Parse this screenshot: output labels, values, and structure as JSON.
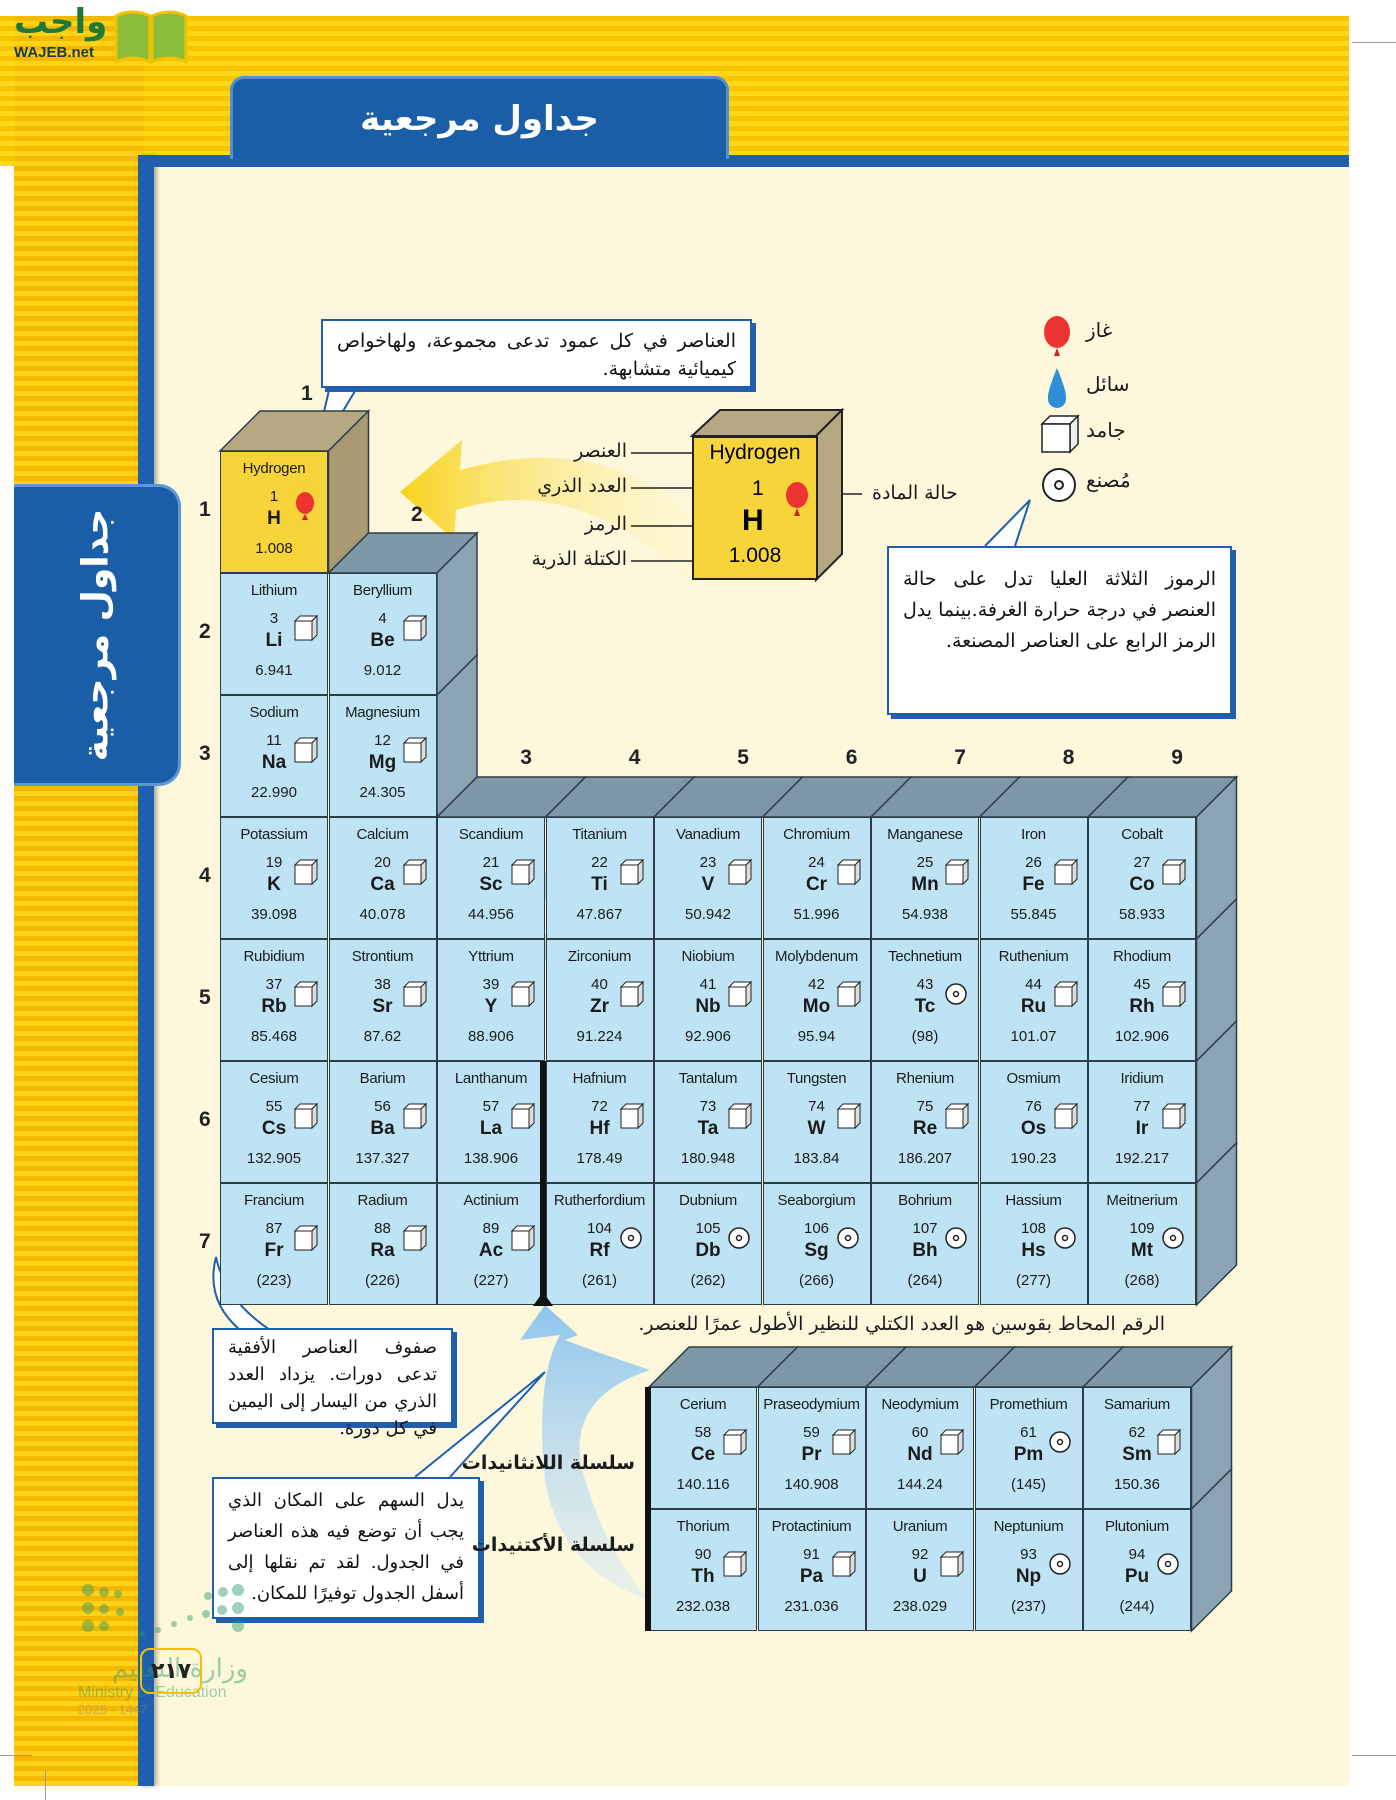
{
  "logo": {
    "arabic": "واجب",
    "latin": "WAJEB.net"
  },
  "header": {
    "title": "جداول مرجعية"
  },
  "side_tab": {
    "label": "جداول مرجعية"
  },
  "watermark": {
    "arabic": "واجب",
    "latin": "WAJEB.net"
  },
  "callouts": {
    "groups": "العناصر في كل عمود تدعى مجموعة، ولهاخواص كيميائية متشابهة.",
    "states": "الرموز الثلاثة العليا تدل على حالة العنصر في درجة حرارة الغرفة.بينما يدل الرمز الرابع على العناصر المصنعة.",
    "periods": "صفوف العناصر الأفقية تدعى دورات. يزداد العدد الذري من اليسار إلى اليمين في كل دورة.",
    "arrow": "يدل السهم على المكان الذي يجب أن توضع فيه هذه العناصر في الجدول. لقد تم نقلها إلى أسفل الجدول توفيرًا للمكان."
  },
  "legend": [
    {
      "label": "غاز",
      "icon": "gas-balloon-icon"
    },
    {
      "label": "سائل",
      "icon": "liquid-drop-icon"
    },
    {
      "label": "جامد",
      "icon": "solid-cube-icon"
    },
    {
      "label": "مُصنع",
      "icon": "synthetic-circle-icon"
    }
  ],
  "key": {
    "name": "Hydrogen",
    "number": "1",
    "symbol": "H",
    "mass": "1.008",
    "labels": {
      "element": "العنصر",
      "atomic_number": "العدد الذري",
      "symbol": "الرمز",
      "atomic_mass": "الكتلة الذرية",
      "state": "حالة المادة"
    }
  },
  "note": "الرقم المحاط بقوسين هو العدد الكتلي للنظير الأطول عمرًا للعنصر.",
  "series_labels": {
    "lanthanides": "سلسلة اللانثانيدات",
    "actinides": "سلسلة الأكتنيدات"
  },
  "group_numbers": [
    "1",
    "2",
    "3",
    "4",
    "5",
    "6",
    "7",
    "8",
    "9"
  ],
  "period_numbers": [
    "1",
    "2",
    "3",
    "4",
    "5",
    "6",
    "7"
  ],
  "colors": {
    "cell": "#bde3f5",
    "hydrogen": "#f7d43a",
    "frame_blue": "#1f5fae",
    "page_bg": "#fdf8dc"
  },
  "elements": [
    {
      "name": "Hydrogen",
      "n": "1",
      "s": "H",
      "m": "1.008",
      "st": "gas",
      "r": 1,
      "c": 1
    },
    {
      "name": "Lithium",
      "n": "3",
      "s": "Li",
      "m": "6.941",
      "st": "solid",
      "r": 2,
      "c": 1
    },
    {
      "name": "Beryllium",
      "n": "4",
      "s": "Be",
      "m": "9.012",
      "st": "solid",
      "r": 2,
      "c": 2
    },
    {
      "name": "Sodium",
      "n": "11",
      "s": "Na",
      "m": "22.990",
      "st": "solid",
      "r": 3,
      "c": 1
    },
    {
      "name": "Magnesium",
      "n": "12",
      "s": "Mg",
      "m": "24.305",
      "st": "solid",
      "r": 3,
      "c": 2
    },
    {
      "name": "Potassium",
      "n": "19",
      "s": "K",
      "m": "39.098",
      "st": "solid",
      "r": 4,
      "c": 1
    },
    {
      "name": "Calcium",
      "n": "20",
      "s": "Ca",
      "m": "40.078",
      "st": "solid",
      "r": 4,
      "c": 2
    },
    {
      "name": "Scandium",
      "n": "21",
      "s": "Sc",
      "m": "44.956",
      "st": "solid",
      "r": 4,
      "c": 3
    },
    {
      "name": "Titanium",
      "n": "22",
      "s": "Ti",
      "m": "47.867",
      "st": "solid",
      "r": 4,
      "c": 4
    },
    {
      "name": "Vanadium",
      "n": "23",
      "s": "V",
      "m": "50.942",
      "st": "solid",
      "r": 4,
      "c": 5
    },
    {
      "name": "Chromium",
      "n": "24",
      "s": "Cr",
      "m": "51.996",
      "st": "solid",
      "r": 4,
      "c": 6
    },
    {
      "name": "Manganese",
      "n": "25",
      "s": "Mn",
      "m": "54.938",
      "st": "solid",
      "r": 4,
      "c": 7
    },
    {
      "name": "Iron",
      "n": "26",
      "s": "Fe",
      "m": "55.845",
      "st": "solid",
      "r": 4,
      "c": 8
    },
    {
      "name": "Cobalt",
      "n": "27",
      "s": "Co",
      "m": "58.933",
      "st": "solid",
      "r": 4,
      "c": 9
    },
    {
      "name": "Rubidium",
      "n": "37",
      "s": "Rb",
      "m": "85.468",
      "st": "solid",
      "r": 5,
      "c": 1
    },
    {
      "name": "Strontium",
      "n": "38",
      "s": "Sr",
      "m": "87.62",
      "st": "solid",
      "r": 5,
      "c": 2
    },
    {
      "name": "Yttrium",
      "n": "39",
      "s": "Y",
      "m": "88.906",
      "st": "solid",
      "r": 5,
      "c": 3
    },
    {
      "name": "Zirconium",
      "n": "40",
      "s": "Zr",
      "m": "91.224",
      "st": "solid",
      "r": 5,
      "c": 4
    },
    {
      "name": "Niobium",
      "n": "41",
      "s": "Nb",
      "m": "92.906",
      "st": "solid",
      "r": 5,
      "c": 5
    },
    {
      "name": "Molybdenum",
      "n": "42",
      "s": "Mo",
      "m": "95.94",
      "st": "solid",
      "r": 5,
      "c": 6
    },
    {
      "name": "Technetium",
      "n": "43",
      "s": "Tc",
      "m": "(98)",
      "st": "synthetic",
      "r": 5,
      "c": 7
    },
    {
      "name": "Ruthenium",
      "n": "44",
      "s": "Ru",
      "m": "101.07",
      "st": "solid",
      "r": 5,
      "c": 8
    },
    {
      "name": "Rhodium",
      "n": "45",
      "s": "Rh",
      "m": "102.906",
      "st": "solid",
      "r": 5,
      "c": 9
    },
    {
      "name": "Cesium",
      "n": "55",
      "s": "Cs",
      "m": "132.905",
      "st": "solid",
      "r": 6,
      "c": 1
    },
    {
      "name": "Barium",
      "n": "56",
      "s": "Ba",
      "m": "137.327",
      "st": "solid",
      "r": 6,
      "c": 2
    },
    {
      "name": "Lanthanum",
      "n": "57",
      "s": "La",
      "m": "138.906",
      "st": "solid",
      "r": 6,
      "c": 3
    },
    {
      "name": "Hafnium",
      "n": "72",
      "s": "Hf",
      "m": "178.49",
      "st": "solid",
      "r": 6,
      "c": 4
    },
    {
      "name": "Tantalum",
      "n": "73",
      "s": "Ta",
      "m": "180.948",
      "st": "solid",
      "r": 6,
      "c": 5
    },
    {
      "name": "Tungsten",
      "n": "74",
      "s": "W",
      "m": "183.84",
      "st": "solid",
      "r": 6,
      "c": 6
    },
    {
      "name": "Rhenium",
      "n": "75",
      "s": "Re",
      "m": "186.207",
      "st": "solid",
      "r": 6,
      "c": 7
    },
    {
      "name": "Osmium",
      "n": "76",
      "s": "Os",
      "m": "190.23",
      "st": "solid",
      "r": 6,
      "c": 8
    },
    {
      "name": "Iridium",
      "n": "77",
      "s": "Ir",
      "m": "192.217",
      "st": "solid",
      "r": 6,
      "c": 9
    },
    {
      "name": "Francium",
      "n": "87",
      "s": "Fr",
      "m": "(223)",
      "st": "solid",
      "r": 7,
      "c": 1
    },
    {
      "name": "Radium",
      "n": "88",
      "s": "Ra",
      "m": "(226)",
      "st": "solid",
      "r": 7,
      "c": 2
    },
    {
      "name": "Actinium",
      "n": "89",
      "s": "Ac",
      "m": "(227)",
      "st": "solid",
      "r": 7,
      "c": 3
    },
    {
      "name": "Rutherfordium",
      "n": "104",
      "s": "Rf",
      "m": "(261)",
      "st": "synthetic",
      "r": 7,
      "c": 4
    },
    {
      "name": "Dubnium",
      "n": "105",
      "s": "Db",
      "m": "(262)",
      "st": "synthetic",
      "r": 7,
      "c": 5
    },
    {
      "name": "Seaborgium",
      "n": "106",
      "s": "Sg",
      "m": "(266)",
      "st": "synthetic",
      "r": 7,
      "c": 6
    },
    {
      "name": "Bohrium",
      "n": "107",
      "s": "Bh",
      "m": "(264)",
      "st": "synthetic",
      "r": 7,
      "c": 7
    },
    {
      "name": "Hassium",
      "n": "108",
      "s": "Hs",
      "m": "(277)",
      "st": "synthetic",
      "r": 7,
      "c": 8
    },
    {
      "name": "Meitnerium",
      "n": "109",
      "s": "Mt",
      "m": "(268)",
      "st": "synthetic",
      "r": 7,
      "c": 9
    }
  ],
  "f_block": [
    {
      "name": "Cerium",
      "n": "58",
      "s": "Ce",
      "m": "140.116",
      "st": "solid",
      "r": 1,
      "c": 1
    },
    {
      "name": "Praseodymium",
      "n": "59",
      "s": "Pr",
      "m": "140.908",
      "st": "solid",
      "r": 1,
      "c": 2
    },
    {
      "name": "Neodymium",
      "n": "60",
      "s": "Nd",
      "m": "144.24",
      "st": "solid",
      "r": 1,
      "c": 3
    },
    {
      "name": "Promethium",
      "n": "61",
      "s": "Pm",
      "m": "(145)",
      "st": "synthetic",
      "r": 1,
      "c": 4
    },
    {
      "name": "Samarium",
      "n": "62",
      "s": "Sm",
      "m": "150.36",
      "st": "solid",
      "r": 1,
      "c": 5
    },
    {
      "name": "Thorium",
      "n": "90",
      "s": "Th",
      "m": "232.038",
      "st": "solid",
      "r": 2,
      "c": 1
    },
    {
      "name": "Protactinium",
      "n": "91",
      "s": "Pa",
      "m": "231.036",
      "st": "solid",
      "r": 2,
      "c": 2
    },
    {
      "name": "Uranium",
      "n": "92",
      "s": "U",
      "m": "238.029",
      "st": "solid",
      "r": 2,
      "c": 3
    },
    {
      "name": "Neptunium",
      "n": "93",
      "s": "Np",
      "m": "(237)",
      "st": "synthetic",
      "r": 2,
      "c": 4
    },
    {
      "name": "Plutonium",
      "n": "94",
      "s": "Pu",
      "m": "(244)",
      "st": "synthetic",
      "r": 2,
      "c": 5
    }
  ],
  "footer": {
    "page_number": "٢١٧",
    "ministry_ar": "وزارة التعليم",
    "ministry_en": "Ministry of Education",
    "year": "2025 - 1447"
  }
}
